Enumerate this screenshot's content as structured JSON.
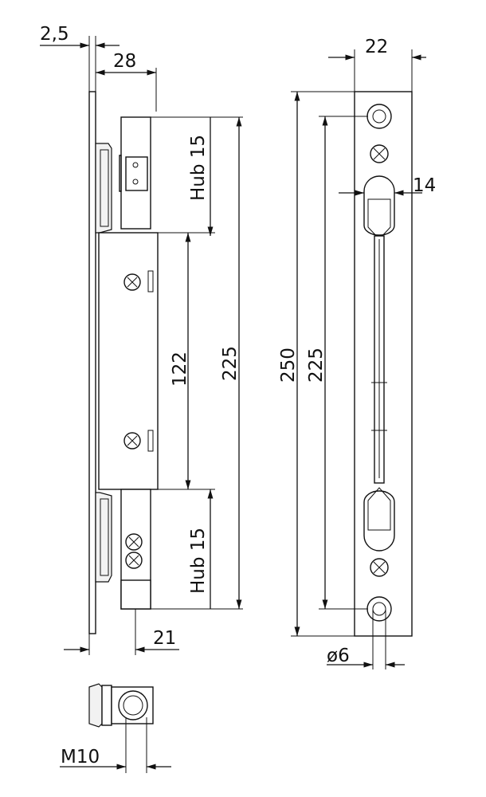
{
  "dimensions": {
    "plate_thickness": "2,5",
    "body_depth": "28",
    "stroke_top": "Hub 15",
    "stroke_bottom": "Hub 15",
    "screw_spacing": "122",
    "length_side": "225",
    "total_length": "250",
    "length_front": "225",
    "plate_width": "22",
    "slot_width": "14",
    "hole_diameter": "ø6",
    "bolt_offset": "21",
    "thread": "M10"
  }
}
